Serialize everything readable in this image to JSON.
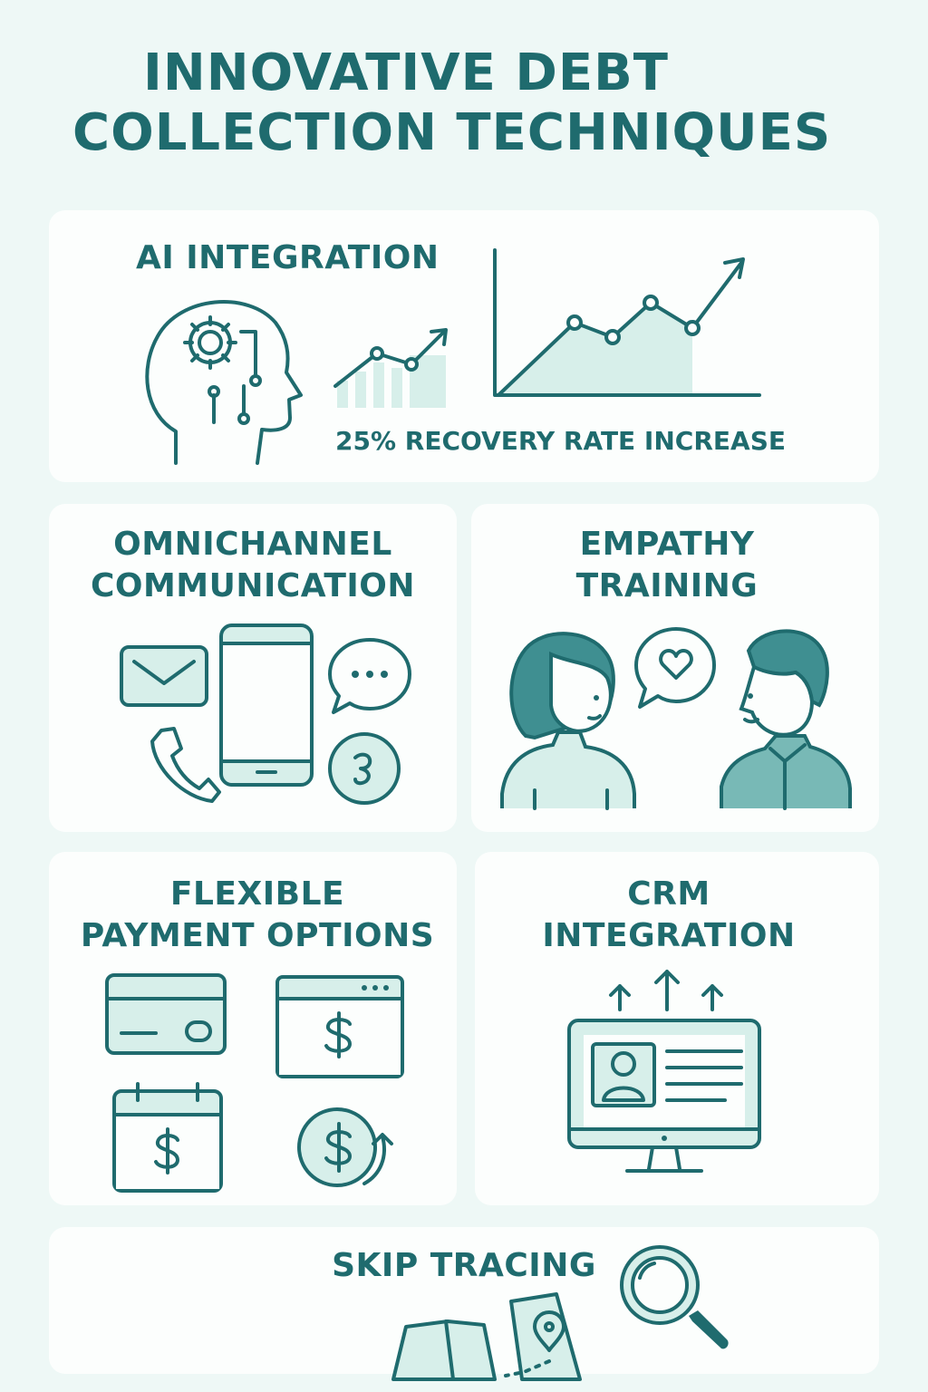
{
  "page": {
    "title_line1": "INNOVATIVE DEBT",
    "title_line2": "COLLECTION TECHNIQUES"
  },
  "ai": {
    "title": "AI INTEGRATION",
    "caption": "25% RECOVERY RATE INCREASE"
  },
  "omni": {
    "title_line1": "OMNICHANNEL",
    "title_line2": "COMMUNICATION"
  },
  "empathy": {
    "title_line1": "EMPATHY",
    "title_line2": "TRAINING"
  },
  "flex": {
    "title_line1": "FLEXIBLE",
    "title_line2": "PAYMENT OPTIONS"
  },
  "crm": {
    "title_line1": "CRM",
    "title_line2": "INTEGRATION"
  },
  "skip": {
    "title": "SKIP TRACING"
  },
  "colors": {
    "accent": "#1f6b6e",
    "fill": "#d7efea",
    "background": "#eef8f6",
    "card": "#fcfefd"
  }
}
